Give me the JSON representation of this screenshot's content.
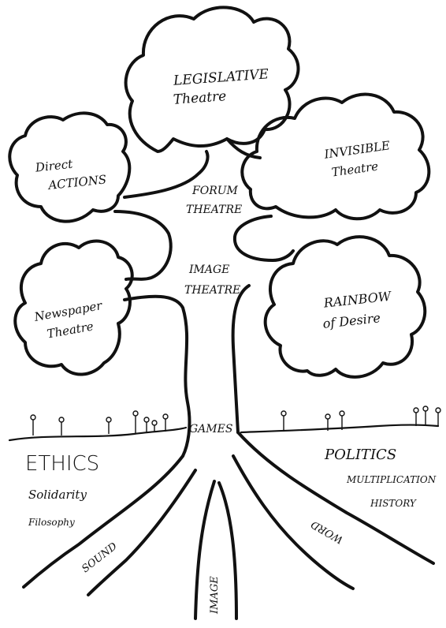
{
  "canopy": {
    "legislative": [
      "LEGISLATIVE",
      "Theatre"
    ],
    "direct": [
      "Direct",
      "ACTIONS"
    ],
    "invisible": [
      "INVISIBLE",
      "Theatre"
    ],
    "newspaper": [
      "Newspaper",
      "Theatre"
    ],
    "rainbow": [
      "RAINBOW",
      "of Desire"
    ]
  },
  "trunk": {
    "forum": [
      "FORUM",
      "THEATRE"
    ],
    "image": [
      "IMAGE",
      "THEATRE"
    ],
    "games": "GAMES"
  },
  "roots_left": {
    "ethics": "ETHICS",
    "solidarity": "Solidarity",
    "philosophy": "Filosophy",
    "sound": "SOUND"
  },
  "roots_right": {
    "politics": "POLITICS",
    "multiplication": "MULTIPLICATION",
    "history": "HISTORY",
    "word": "WORD"
  },
  "roots_center": {
    "image": "IMAGE"
  }
}
